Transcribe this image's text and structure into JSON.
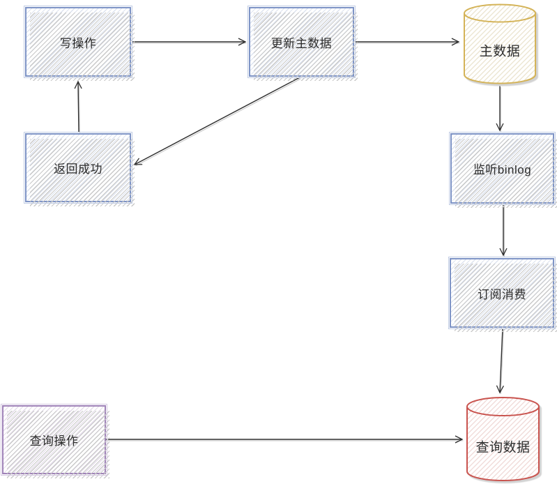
{
  "diagram": {
    "title": "CQRS binlog sync flowchart",
    "nodes": {
      "write_op": {
        "label": "写操作",
        "shape": "rect",
        "color": "#7e94c6"
      },
      "update_master": {
        "label": "更新主数据",
        "shape": "rect",
        "color": "#7e94c6"
      },
      "master_data": {
        "label": "主数据",
        "shape": "cylinder",
        "color": "#d4b357"
      },
      "return_success": {
        "label": "返回成功",
        "shape": "rect",
        "color": "#7e94c6"
      },
      "listen_binlog": {
        "label": "监听binlog",
        "shape": "rect",
        "color": "#7e94c6"
      },
      "subscribe_consume": {
        "label": "订阅消费",
        "shape": "rect",
        "color": "#7e94c6"
      },
      "query_op": {
        "label": "查询操作",
        "shape": "rect",
        "color": "#9f82b8"
      },
      "query_data": {
        "label": "查询数据",
        "shape": "cylinder",
        "color": "#c9534e"
      }
    },
    "edges": [
      {
        "from": "write_op",
        "to": "update_master",
        "arrowhead": "open"
      },
      {
        "from": "update_master",
        "to": "master_data",
        "arrowhead": "open"
      },
      {
        "from": "update_master",
        "to": "return_success",
        "arrowhead": "open"
      },
      {
        "from": "return_success",
        "to": "write_op",
        "arrowhead": "open"
      },
      {
        "from": "master_data",
        "to": "listen_binlog",
        "arrowhead": "open"
      },
      {
        "from": "listen_binlog",
        "to": "subscribe_consume",
        "arrowhead": "open"
      },
      {
        "from": "subscribe_consume",
        "to": "query_data",
        "arrowhead": "open"
      },
      {
        "from": "query_op",
        "to": "query_data",
        "arrowhead": "open"
      }
    ],
    "colors": {
      "node_blue": "#7e94c6",
      "node_gold": "#d4b357",
      "node_red": "#c9534e",
      "node_purple": "#9f82b8",
      "hatch_blue": "#dde3ef",
      "hatch_gold": "#e9e1cb",
      "hatch_red": "#efd6d3",
      "hatch_purple": "#e4dcea",
      "hatch_shadow": "#c9c9c9",
      "arrow": "#2e2e2e",
      "arrow_ghost": "#c9c9c9",
      "text": "#2b2b2b",
      "background": "#ffffff"
    }
  }
}
